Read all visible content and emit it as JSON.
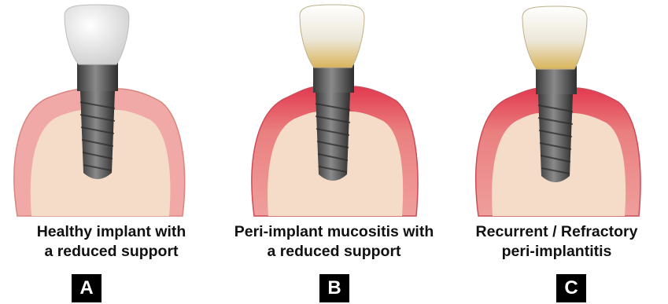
{
  "panels": [
    {
      "id": "A",
      "caption_line1": "Healthy implant with",
      "caption_line2": "a reduced support",
      "letter": "A",
      "condition": "healthy"
    },
    {
      "id": "B",
      "caption_line1": "Peri-implant mucositis with",
      "caption_line2": "a reduced support",
      "letter": "B",
      "condition": "mucositis"
    },
    {
      "id": "C",
      "caption_line1": "Recurrent / Refractory",
      "caption_line2": "peri-implantitis",
      "letter": "C",
      "condition": "peri-implantitis"
    }
  ],
  "colors": {
    "gum": "#f0a9a6",
    "gum_inflamed": "#e2394f",
    "bone": "#f4dcc8",
    "crown": "#f4f4f4",
    "plaque": "#d9b45a",
    "implant": "#5e5e5e",
    "badge": "#000000"
  }
}
